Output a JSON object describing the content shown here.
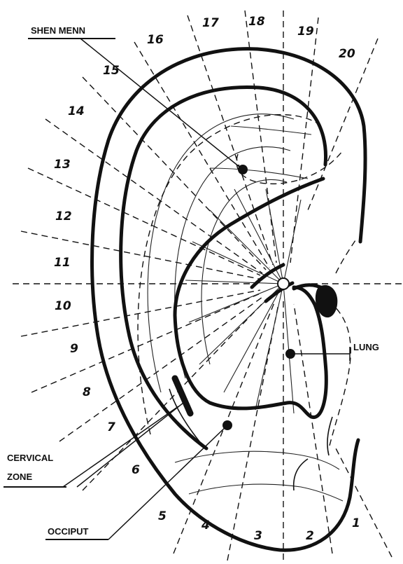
{
  "labels": {
    "shen_menn": "SHEN MENN",
    "lung": "LUNG",
    "cervical_zone_line1": "CERVICAL",
    "cervical_zone_line2": "ZONE",
    "occiput": "OCCIPUT"
  },
  "sector_numbers": [
    "1",
    "2",
    "3",
    "4",
    "5",
    "6",
    "7",
    "8",
    "9",
    "10",
    "11",
    "12",
    "13",
    "14",
    "15",
    "16",
    "17",
    "18",
    "19",
    "20"
  ]
}
